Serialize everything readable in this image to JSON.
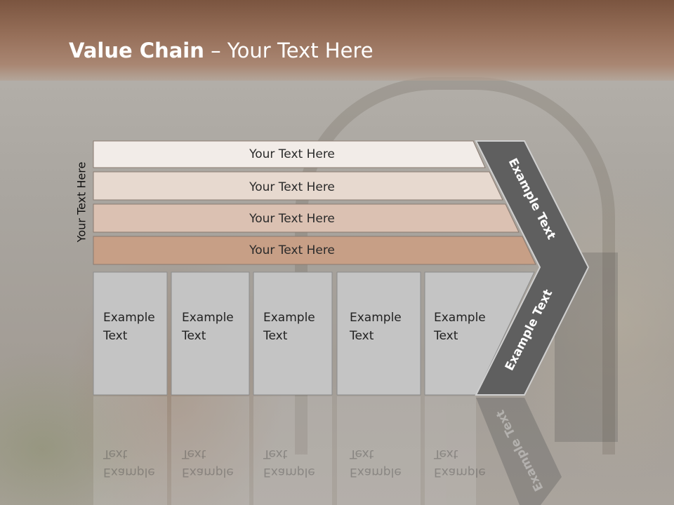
{
  "title": {
    "bold": "Value Chain",
    "rest": " – Your Text Here"
  },
  "side_label": "Your Text Here",
  "bands": [
    {
      "label": "Your Text Here",
      "color": "#f2ece8"
    },
    {
      "label": "Your Text Here",
      "color": "#e7d9cf"
    },
    {
      "label": "Your Text Here",
      "color": "#dbc1b2"
    },
    {
      "label": "Your Text Here",
      "color": "#c79f86"
    }
  ],
  "cells": [
    {
      "line1": "Example",
      "line2": "Text"
    },
    {
      "line1": "Example",
      "line2": "Text"
    },
    {
      "line1": "Example",
      "line2": "Text"
    },
    {
      "line1": "Example",
      "line2": "Text"
    },
    {
      "line1": "Example",
      "line2": "Text"
    }
  ],
  "chevron_top_label": "Example Text",
  "chevron_bottom_label": "Example Text",
  "colors": {
    "chevron": "#5f5f5f",
    "cell": "#c4c4c4",
    "header": "#97705a"
  }
}
